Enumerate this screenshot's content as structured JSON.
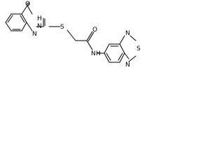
{
  "atom_labels": {
    "carbonyl_o": "O",
    "nh_ring": "H",
    "n_ring_upper": "N",
    "n_ring_lower": "N",
    "thioether_s": "S",
    "amide_o": "O",
    "amide_n": "N",
    "amide_h": "H",
    "thiadiazole_n_top": "N",
    "thiadiazole_s": "S",
    "thiadiazole_n_bottom": "N"
  }
}
